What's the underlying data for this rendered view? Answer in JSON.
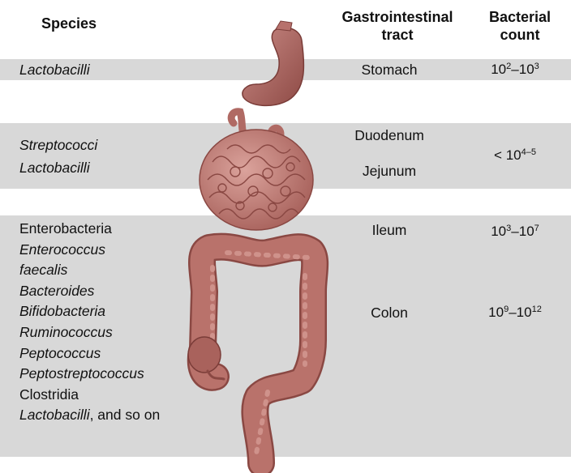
{
  "headers": {
    "species": "Species",
    "tract_line1": "Gastrointestinal",
    "tract_line2": "tract",
    "count_line1": "Bacterial",
    "count_line2": "count"
  },
  "rows": [
    {
      "species": [
        {
          "text": "Lactobacilli",
          "italic": true
        }
      ],
      "tract": [
        "Stomach"
      ],
      "count": {
        "base1": "10",
        "exp1": "2",
        "sep": "–",
        "base2": "10",
        "exp2": "3"
      }
    },
    {
      "species": [
        {
          "text": "Streptococci",
          "italic": true
        },
        {
          "text": "Lactobacilli",
          "italic": true
        }
      ],
      "tract": [
        "Duodenum",
        "Jejunum"
      ],
      "count": {
        "prefix": "< ",
        "base1": "10",
        "exp1": "4–5"
      }
    },
    {
      "species": [
        {
          "text": "Enterobacteria",
          "italic": false
        },
        {
          "text": "Enterococcus",
          "italic": true
        },
        {
          "text": "faecalis",
          "italic": true
        },
        {
          "text": "Bacteroides",
          "italic": true
        },
        {
          "text": "Bifidobacteria",
          "italic": true
        },
        {
          "text": "Ruminococcus",
          "italic": true
        },
        {
          "text": "Peptococcus",
          "italic": true
        },
        {
          "text": "Peptostreptococcus",
          "italic": true
        },
        {
          "text": "Clostridia",
          "italic": false
        },
        {
          "text": "Lactobacilli",
          "italic": true,
          "suffix": ", and so on"
        }
      ],
      "tract": [
        "Ileum",
        "Colon"
      ],
      "count_ileum": {
        "base1": "10",
        "exp1": "3",
        "sep": "–",
        "base2": "10",
        "exp2": "7"
      },
      "count_colon": {
        "base1": "10",
        "exp1": "9",
        "sep": "–",
        "base2": "10",
        "exp2": "12"
      }
    }
  ]
}
